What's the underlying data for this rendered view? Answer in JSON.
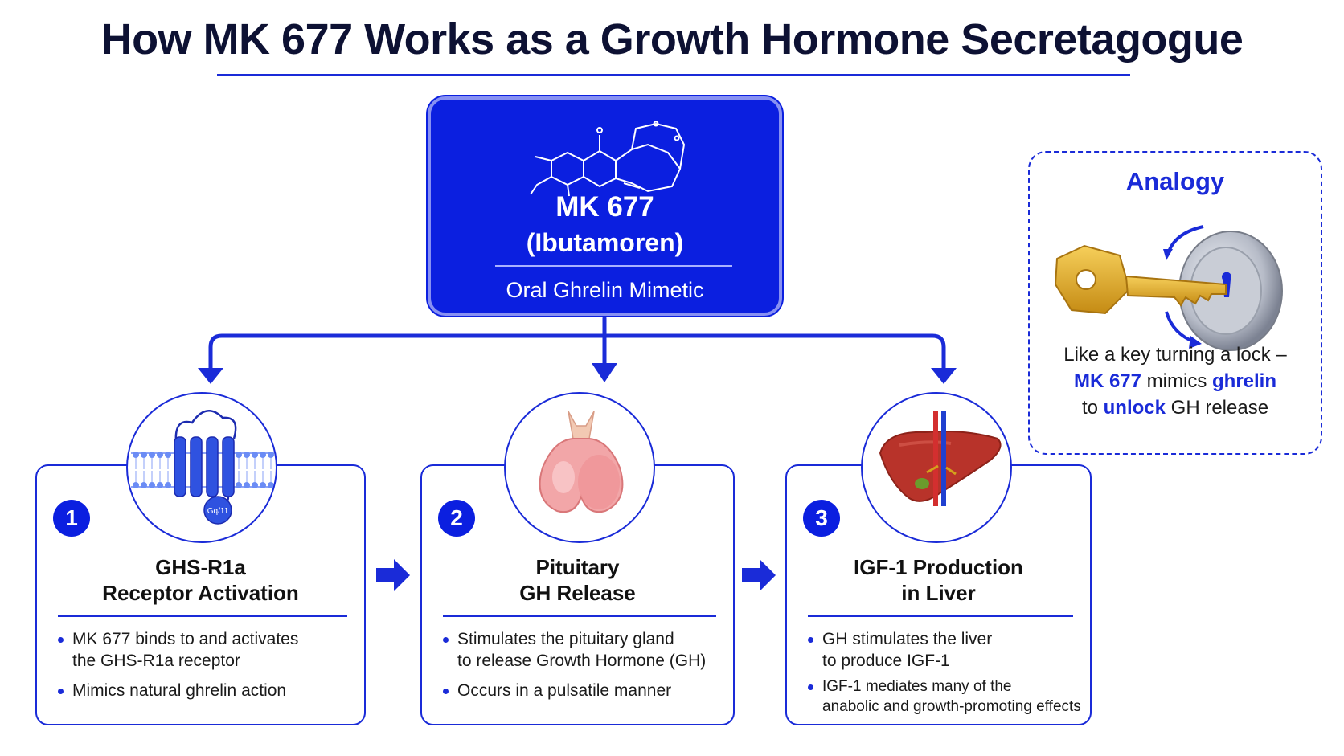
{
  "title": "How MK 677 Works as a Growth Hormone Secretagogue",
  "compound": {
    "name": "MK 677",
    "alias": "(Ibutamoren)",
    "subtitle": "Oral Ghrelin Mimetic"
  },
  "steps": [
    {
      "number": "1",
      "title_line1": "GHS-R1a",
      "title_line2": "Receptor Activation",
      "illustration": "receptor-membrane-icon",
      "illustration_label": "Gq/11",
      "bullets": [
        {
          "line1": "MK 677 binds to and activates",
          "line2": "the GHS-R1a receptor"
        },
        {
          "line1": "Mimics natural ghrelin action",
          "line2": ""
        }
      ]
    },
    {
      "number": "2",
      "title_line1": "Pituitary",
      "title_line2": "GH Release",
      "illustration": "pituitary-gland-icon",
      "bullets": [
        {
          "line1": "Stimulates the pituitary gland",
          "line2": "to release Growth Hormone (GH)"
        },
        {
          "line1": "Occurs in a pulsatile manner",
          "line2": ""
        }
      ]
    },
    {
      "number": "3",
      "title_line1": "IGF-1 Production",
      "title_line2": "in Liver",
      "illustration": "liver-icon",
      "bullets": [
        {
          "line1": "GH stimulates the liver",
          "line2": "to produce IGF-1"
        },
        {
          "line1": "IGF-1 mediates many of the",
          "line2": "anabolic and growth-promoting effects"
        }
      ]
    }
  ],
  "analogy": {
    "heading": "Analogy",
    "illustration": "key-lock-icon",
    "line1": "Like a key turning a lock –",
    "line2_a": "MK 677",
    "line2_b": " mimics ",
    "line2_c": "ghrelin",
    "line3_a": "to ",
    "line3_b": "unlock",
    "line3_c": " GH release"
  },
  "colors": {
    "primary": "#1a2bd8",
    "box_fill": "#0b1fe0",
    "title_text": "#0d1133"
  }
}
